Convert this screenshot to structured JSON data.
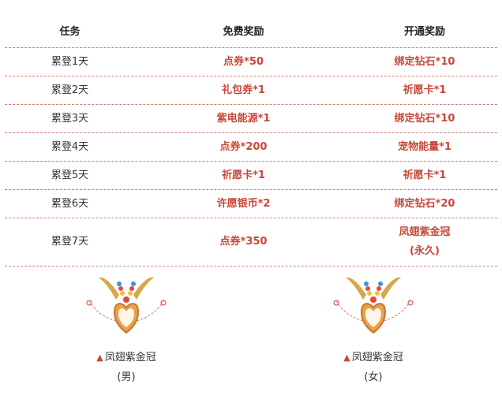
{
  "table": {
    "headers": [
      "任务",
      "免费奖励",
      "开通奖励"
    ],
    "rows": [
      {
        "day": "累登1天",
        "free": "点券*50",
        "paid": "绑定钻石*10"
      },
      {
        "day": "累登2天",
        "free": "礼包券*1",
        "paid": "祈愿卡*1"
      },
      {
        "day": "累登3天",
        "free": "紫电能源*1",
        "paid": "绑定钻石*10"
      },
      {
        "day": "累登4天",
        "free": "点券*200",
        "paid": "宠物能量*1"
      },
      {
        "day": "累登5天",
        "free": "祈愿卡*1",
        "paid": "祈愿卡*1"
      },
      {
        "day": "累登6天",
        "free": "许愿银币*2",
        "paid": "绑定钻石*20"
      },
      {
        "day": "累登7天",
        "free": "点券*350",
        "paid_line1": "凤翅紫金冠",
        "paid_line2": "(永久)"
      }
    ]
  },
  "prizes": [
    {
      "marker": "▲",
      "name": "凤翅紫金冠",
      "gender": "(男)"
    },
    {
      "marker": "▲",
      "name": "凤翅紫金冠",
      "gender": "(女)"
    }
  ],
  "colors": {
    "accent": "#c8473a",
    "divider": "#d47a6e"
  }
}
